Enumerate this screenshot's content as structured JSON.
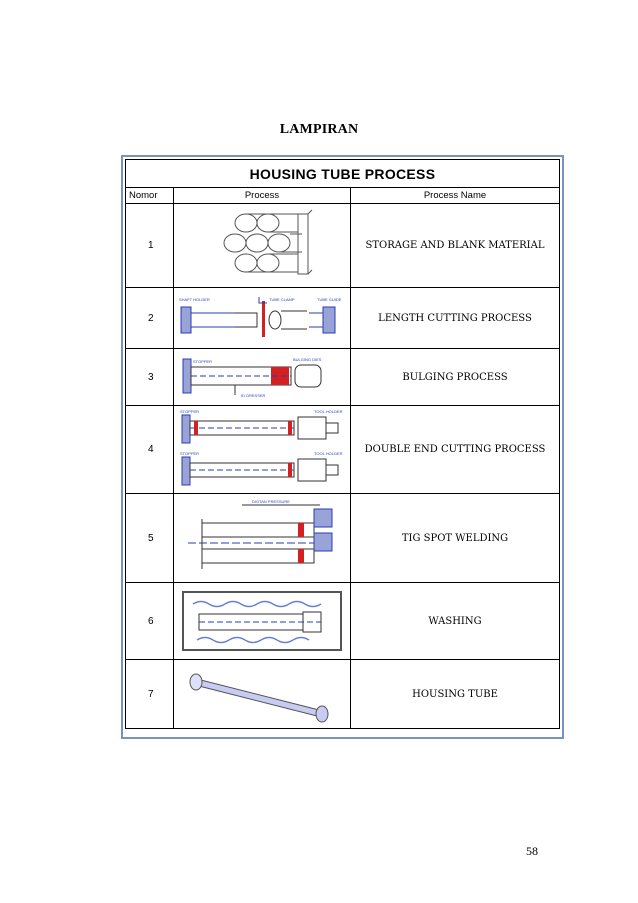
{
  "page": {
    "heading": "LAMPIRAN",
    "page_number": "58"
  },
  "table": {
    "title": "HOUSING TUBE PROCESS",
    "headers": [
      "Nomor",
      "Process",
      "Process Name"
    ],
    "rows": [
      {
        "num": "1",
        "image": "stacked-tubes-drawing",
        "name": "STORAGE AND BLANK MATERIAL"
      },
      {
        "num": "2",
        "image": "length-cutting-drawing",
        "name": "LENGTH CUTTING PROCESS"
      },
      {
        "num": "3",
        "image": "bulging-drawing",
        "name": "BULGING PROCESS"
      },
      {
        "num": "4",
        "image": "double-end-cutting-drawing",
        "name": "DOUBLE END CUTTING PROCESS"
      },
      {
        "num": "5",
        "image": "tig-spot-welding-drawing",
        "name": "TIG SPOT WELDING"
      },
      {
        "num": "6",
        "image": "washing-drawing",
        "name": "WASHING"
      },
      {
        "num": "7",
        "image": "housing-tube-drawing",
        "name": "HOUSING TUBE"
      }
    ]
  },
  "colors": {
    "frame_border": "#7a93b8",
    "accent_red": "#d42020",
    "accent_blue": "#2a3fb0",
    "tube_fill": "#c9ccf2"
  }
}
